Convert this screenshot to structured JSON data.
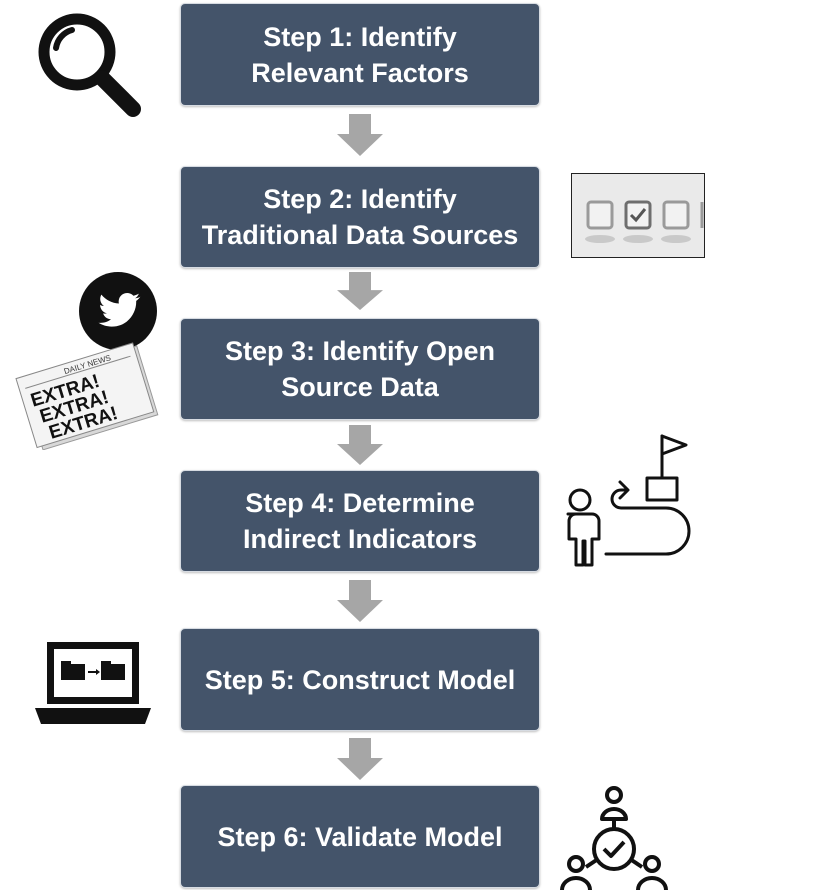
{
  "steps": [
    {
      "lines": [
        "Step 1: Identify",
        "Relevant Factors"
      ]
    },
    {
      "lines": [
        "Step 2: Identify",
        "Traditional Data Sources"
      ]
    },
    {
      "lines": [
        "Step 3: Identify Open",
        "Source Data"
      ]
    },
    {
      "lines": [
        "Step 4: Determine",
        "Indirect Indicators"
      ]
    },
    {
      "lines": [
        "Step 5: Construct Model"
      ]
    },
    {
      "lines": [
        "Step 6: Validate Model"
      ]
    }
  ],
  "newspaper": {
    "masthead": "DAILY NEWS",
    "headline": "EXTRA!"
  },
  "colors": {
    "box": "#44546a",
    "arrow": "#a6a6a6",
    "icon": "#111111"
  },
  "icons": [
    "magnifier-icon",
    "checkbox-list-icon",
    "twitter-bird-icon",
    "newspaper-icon",
    "person-path-flag-icon",
    "laptop-folders-icon",
    "network-check-icon"
  ]
}
